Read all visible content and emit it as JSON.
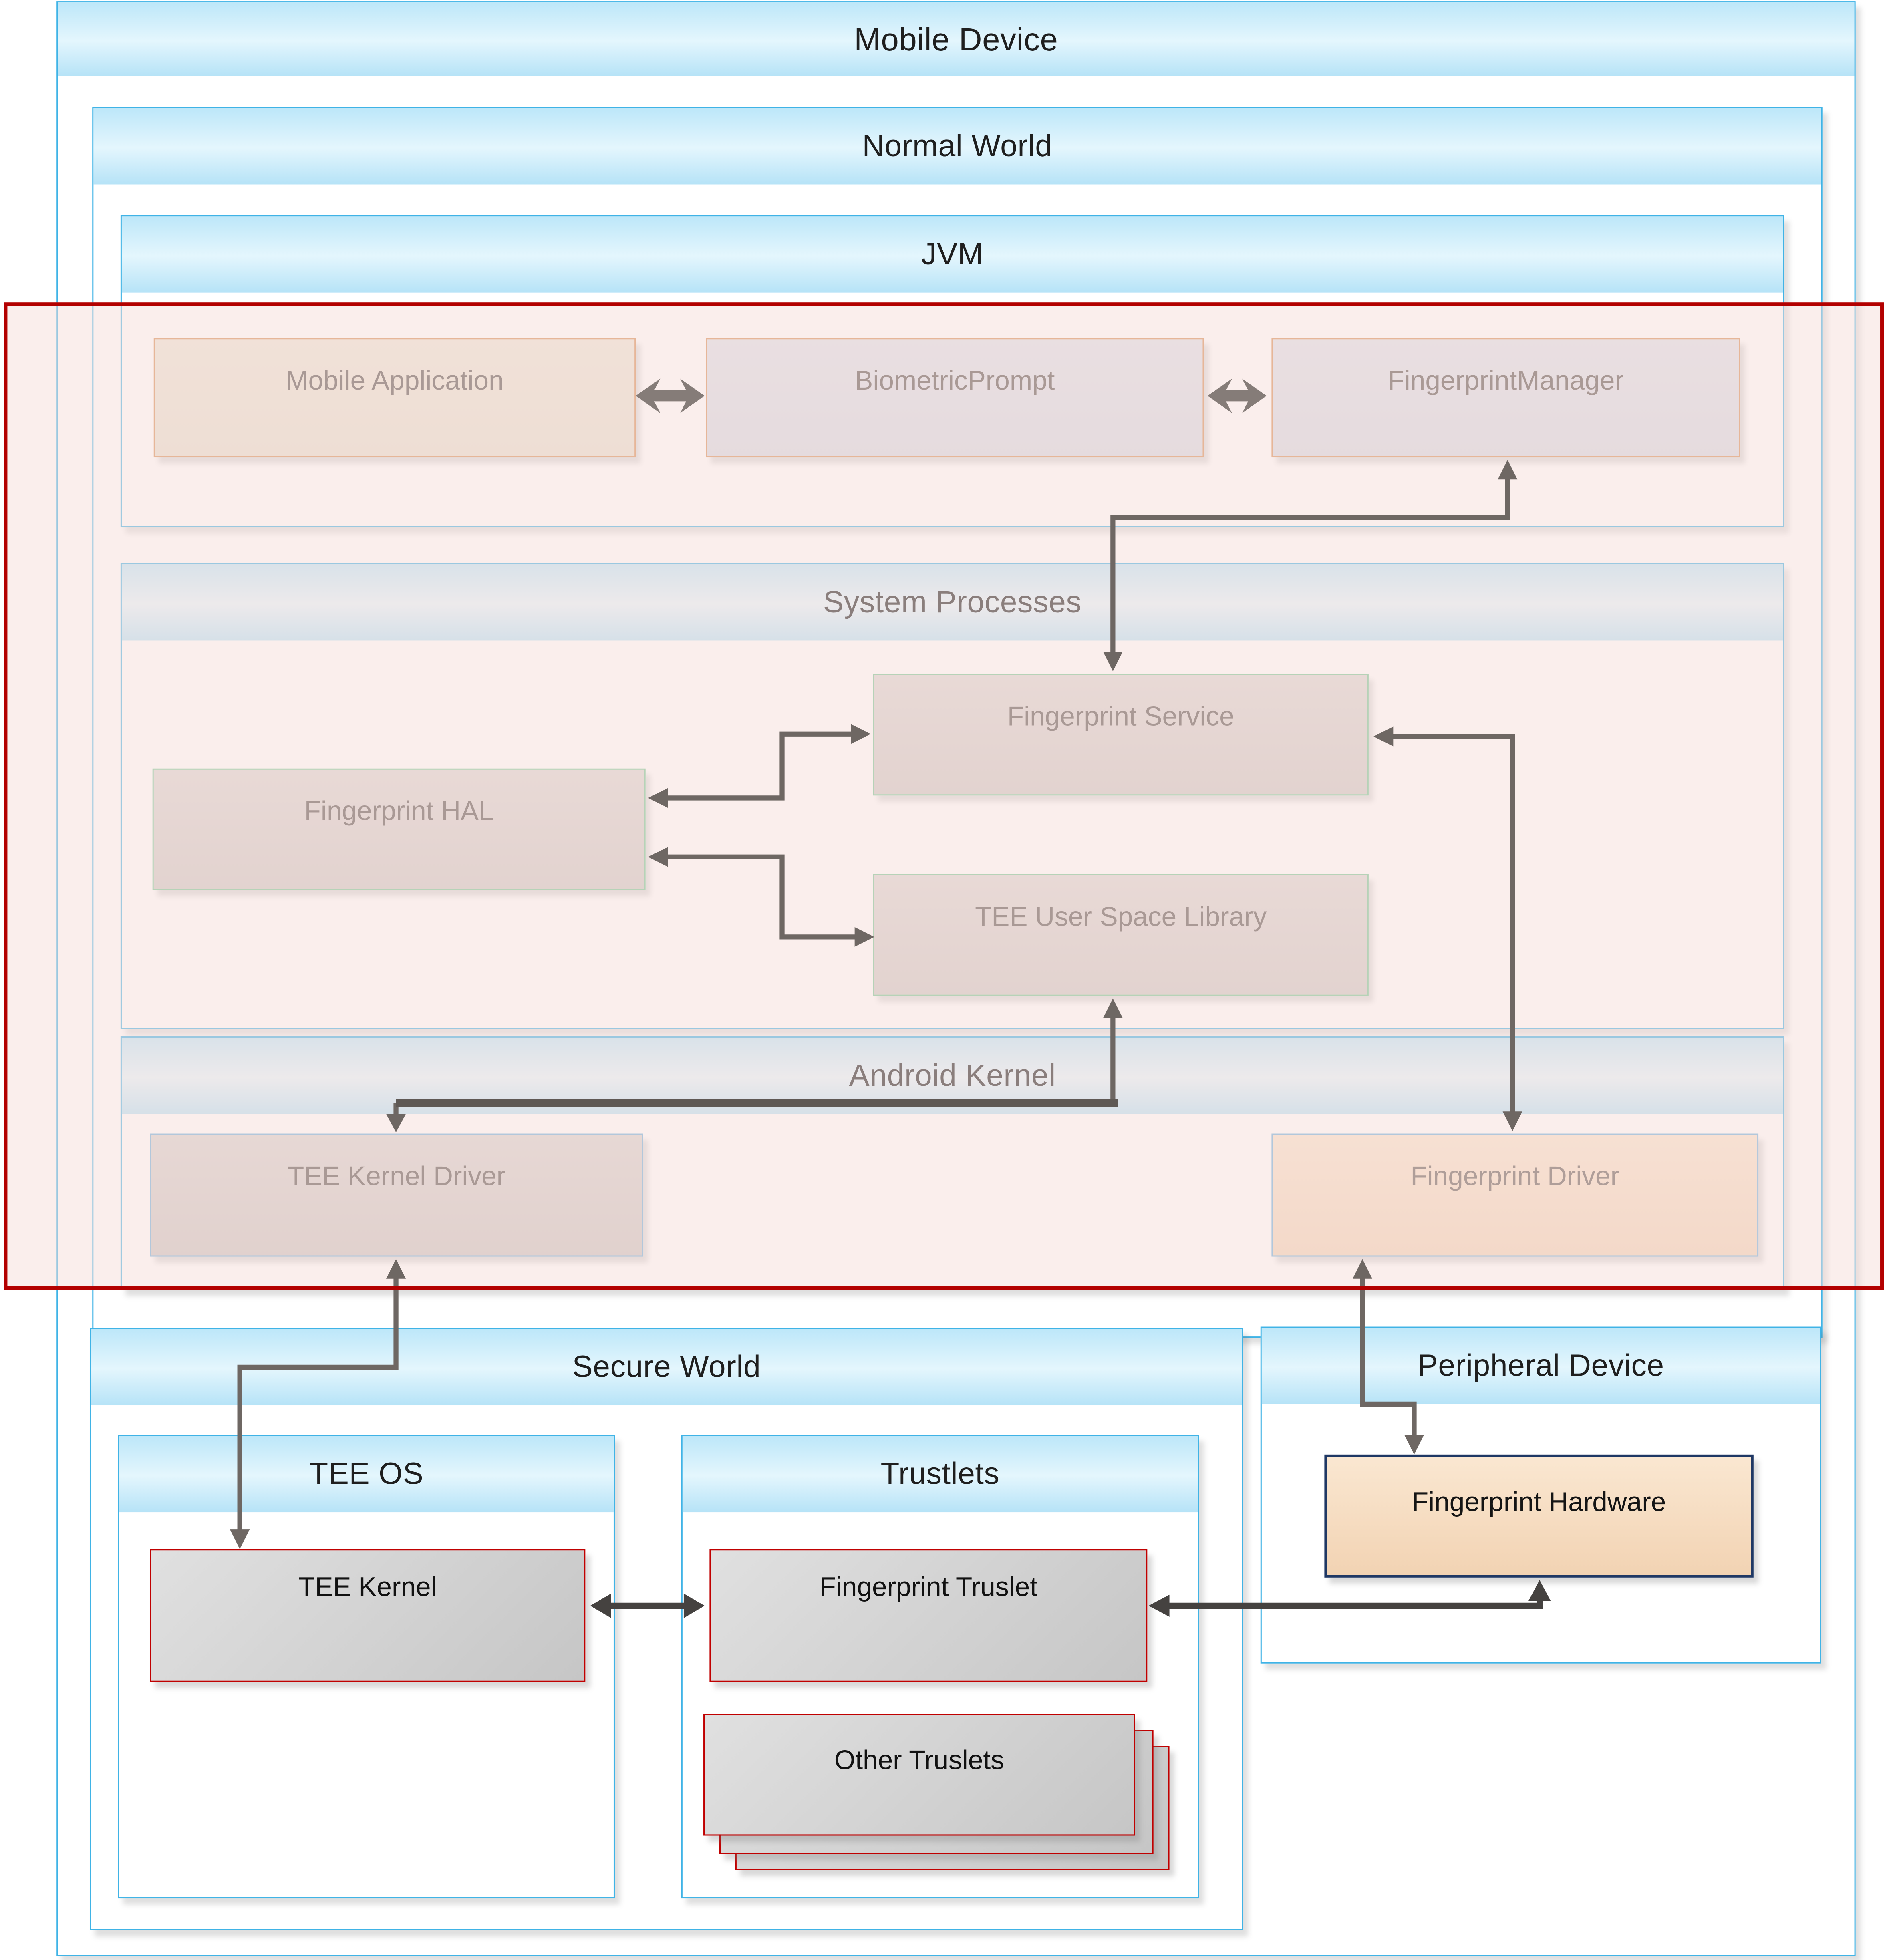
{
  "diagram": {
    "title_implied": "Mobile fingerprint authentication TEE architecture",
    "containers": {
      "mobile_device": {
        "label": "Mobile Device"
      },
      "normal_world": {
        "label": "Normal World"
      },
      "jvm": {
        "label": "JVM"
      },
      "system_processes": {
        "label": "System Processes"
      },
      "android_kernel": {
        "label": "Android Kernel"
      },
      "secure_world": {
        "label": "Secure World"
      },
      "tee_os": {
        "label": "TEE OS"
      },
      "trustlets": {
        "label": "Trustlets"
      },
      "peripheral_device": {
        "label": "Peripheral Device"
      }
    },
    "nodes": {
      "mobile_application": {
        "label": "Mobile Application"
      },
      "biometric_prompt": {
        "label": "BiometricPrompt"
      },
      "fingerprint_manager": {
        "label": "FingerprintManager"
      },
      "fingerprint_service": {
        "label": "Fingerprint Service"
      },
      "fingerprint_hal": {
        "label": "Fingerprint HAL"
      },
      "tee_user_space_library": {
        "label": "TEE User Space Library"
      },
      "tee_kernel_driver": {
        "label": "TEE Kernel Driver"
      },
      "fingerprint_driver": {
        "label": "Fingerprint Driver"
      },
      "tee_kernel": {
        "label": "TEE Kernel"
      },
      "fingerprint_truslet": {
        "label": "Fingerprint Truslet"
      },
      "other_truslets": {
        "label": "Other Truslets"
      },
      "fingerprint_hardware": {
        "label": "Fingerprint Hardware"
      }
    },
    "connections": [
      {
        "from": "Mobile Application",
        "to": "BiometricPrompt",
        "type": "bidirectional"
      },
      {
        "from": "BiometricPrompt",
        "to": "FingerprintManager",
        "type": "bidirectional"
      },
      {
        "from": "FingerprintManager",
        "to": "Fingerprint Service",
        "type": "bidirectional"
      },
      {
        "from": "Fingerprint Service",
        "to": "Fingerprint HAL",
        "type": "bidirectional"
      },
      {
        "from": "Fingerprint HAL",
        "to": "TEE User Space Library",
        "type": "bidirectional"
      },
      {
        "from": "TEE User Space Library",
        "to": "TEE Kernel Driver",
        "type": "bidirectional"
      },
      {
        "from": "Fingerprint Service",
        "to": "Fingerprint Driver",
        "type": "bidirectional"
      },
      {
        "from": "TEE Kernel Driver",
        "to": "TEE Kernel",
        "type": "bidirectional"
      },
      {
        "from": "Fingerprint Driver",
        "to": "Fingerprint Hardware",
        "type": "bidirectional"
      },
      {
        "from": "Fingerprint Hardware",
        "to": "Fingerprint Truslet",
        "type": "bidirectional"
      },
      {
        "from": "TEE Kernel",
        "to": "Fingerprint Truslet",
        "type": "bidirectional"
      }
    ],
    "colors": {
      "container_border": "#3fb3e6",
      "header_blue": "#bde7f9",
      "highlight_red": "#b30000",
      "highlight_tint": "#f6ded9",
      "arrow_gray": "#6e6763",
      "arrow_dark": "#454240",
      "node_tan": "#e9e2d2",
      "node_slate": "#d9dce6",
      "node_gray": "#d5cecb",
      "node_peach": "#f5dcc2",
      "node_steel": "#d3d3d3",
      "node_border_orange": "#d78f57",
      "node_border_green": "#76c694",
      "node_border_blue": "#6fb0dd",
      "node_border_red": "#c00000",
      "node_border_navy": "#1f3864"
    }
  }
}
